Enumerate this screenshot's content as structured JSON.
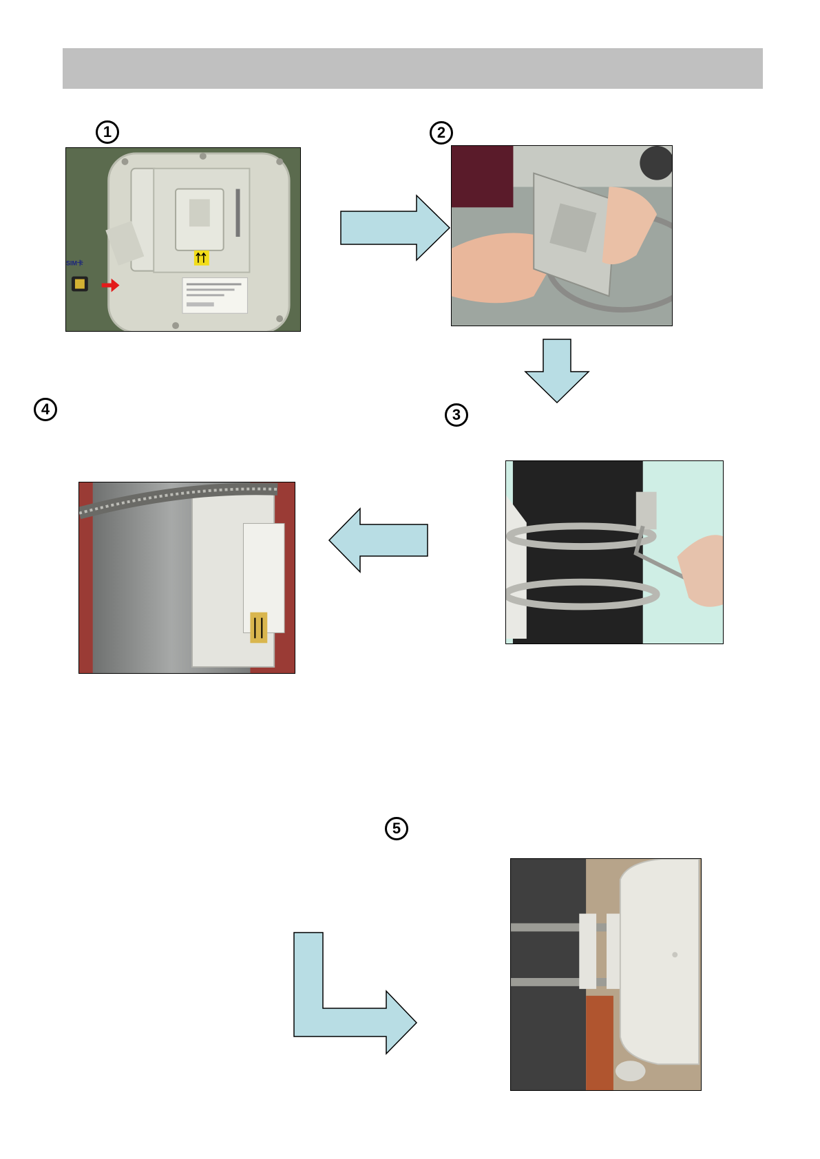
{
  "steps": [
    {
      "number": "1"
    },
    {
      "number": "2"
    },
    {
      "number": "3"
    },
    {
      "number": "4"
    },
    {
      "number": "5"
    }
  ],
  "photo1": {
    "sim_label": "SIM卡"
  },
  "colors": {
    "arrow_fill": "#b8dde4",
    "header_bar": "#c0c0c0"
  }
}
